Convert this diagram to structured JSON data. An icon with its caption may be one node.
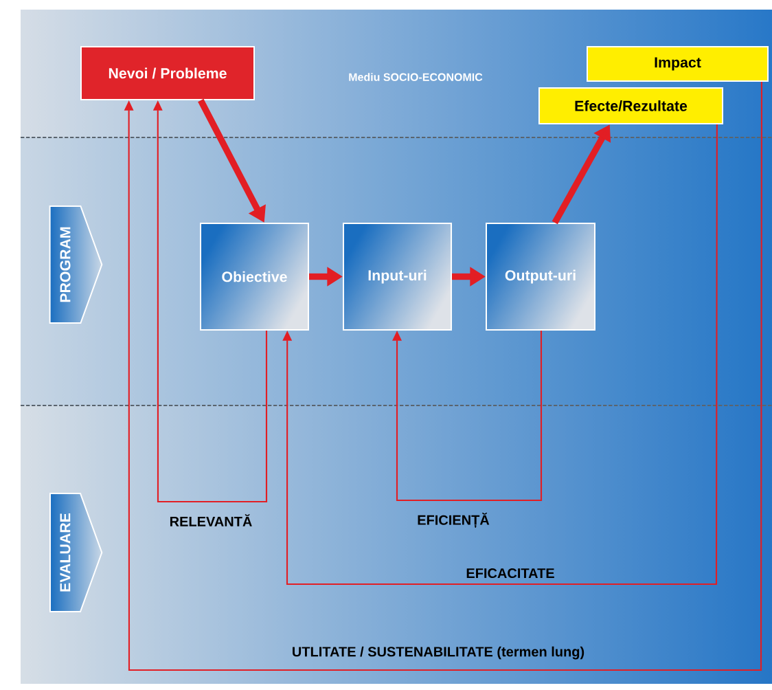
{
  "diagram": {
    "nodes": [
      {
        "text": [
          "Nevoi / Probleme"
        ]
      },
      {
        "text": [
          "Impact"
        ]
      },
      {
        "text": [
          "Efecte/Rezultate"
        ]
      },
      {
        "text": [
          "Obiective"
        ]
      },
      {
        "text": [
          "Input-uri"
        ]
      },
      {
        "text": [
          "Output-uri"
        ]
      },
      {
        "text": [
          "PROGRAM"
        ]
      },
      {
        "text": [
          "EVALUARE"
        ]
      }
    ],
    "edges": [
      {
        "from": 0,
        "to": 3,
        "arrow": "to",
        "style": "thick"
      },
      {
        "from": 3,
        "to": 4,
        "arrow": "to",
        "style": "thick"
      },
      {
        "from": 4,
        "to": 5,
        "arrow": "to",
        "style": "thick"
      },
      {
        "from": 5,
        "to": 2,
        "arrow": "to",
        "style": "thick"
      },
      {
        "from": 3,
        "to": 0,
        "arrow": "to",
        "label": "RELEVANTĂ"
      },
      {
        "from": 5,
        "to": 4,
        "arrow": "to",
        "label": "EFICIENȚĂ"
      },
      {
        "from": 2,
        "to": 3,
        "arrow": "to",
        "label": "EFICACITATE"
      },
      {
        "from": 1,
        "to": 0,
        "arrow": "to",
        "label": "UTLITATE / SUSTENABILITATE (termen lung)"
      }
    ],
    "labels": [
      "Mediu SOCIO-ECONOMIC"
    ]
  }
}
